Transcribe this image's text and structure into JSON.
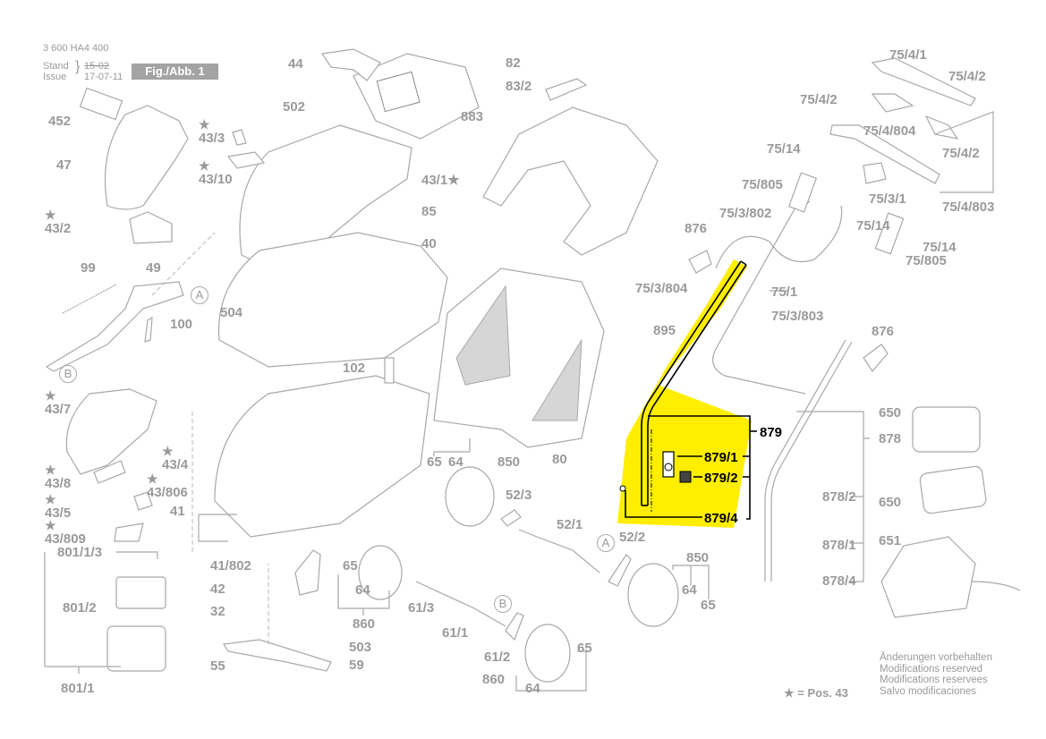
{
  "header": {
    "doc_number": "3 600 HA4 400",
    "stand_label": "Stand",
    "issue_label": "Issue",
    "stand_value_struck": "15-02",
    "issue_value": "17-07-11",
    "figure_badge": "Fig./Abb. 1"
  },
  "highlight": {
    "color": "#ffee00",
    "group_label": "879",
    "parts": [
      "879/1",
      "879/2",
      "879/4"
    ]
  },
  "labels": {
    "l44": "44",
    "l82": "82",
    "l502": "502",
    "l452": "452",
    "l47": "47",
    "l43_3": "43/3",
    "l43_10": "43/10",
    "l43_1": "43/1",
    "l83_2": "83/2",
    "l883": "883",
    "l85": "85",
    "l43_2": "43/2",
    "l40": "40",
    "l99": "99",
    "l49": "49",
    "l100": "100",
    "l504": "504",
    "l102": "102",
    "l43_7": "43/7",
    "l43_4": "43/4",
    "l43_8": "43/8",
    "l43_806": "43/806",
    "l43_5": "43/5",
    "l41": "41",
    "l43_809": "43/809",
    "l801_1_3": "801/1/3",
    "l801_2": "801/2",
    "l41_802": "41/802",
    "l42": "42",
    "l32": "32",
    "l55": "55",
    "l503": "503",
    "l59": "59",
    "l801_1": "801/1",
    "l65a": "65",
    "l64a": "64",
    "l850a": "850",
    "l80": "80",
    "l52_3": "52/3",
    "l52_1": "52/1",
    "l52_2": "52/2",
    "l65b": "65",
    "l64b": "64",
    "l860a": "860",
    "l61_3": "61/3",
    "l61_1": "61/1",
    "l61_2": "61/2",
    "l65c": "65",
    "l860b": "860",
    "l64c": "64",
    "l850b": "850",
    "l64d": "64",
    "l65d": "65",
    "l75_4_1": "75/4/1",
    "l75_4_2a": "75/4/2",
    "l75_4_2b": "75/4/2",
    "l75_4_804": "75/4/804",
    "l75_4_2c": "75/4/2",
    "l75_14a": "75/14",
    "l75_805a": "75/805",
    "l75_3_1": "75/3/1",
    "l75_4_803": "75/4/803",
    "l75_3_802": "75/3/802",
    "l75_14b": "75/14",
    "l876a": "876",
    "l75_14c": "75/14",
    "l75_805b": "75/805",
    "l75_3_804": "75/3/804",
    "l75_1": "75/1",
    "l75_3_803": "75/3/803",
    "l895": "895",
    "l876b": "876",
    "l650a": "650",
    "l878": "878",
    "l878_2": "878/2",
    "l650b": "650",
    "l878_1": "878/1",
    "l651": "651",
    "l878_4": "878/4",
    "callout_a1": "A",
    "callout_b1": "B",
    "callout_a2": "A",
    "callout_b2": "B"
  },
  "footer": {
    "notes": [
      "Änderungen vorbehalten",
      "Modifications reserved",
      "Modifications reservees",
      "Salvo modificaciones"
    ],
    "legend": "★ = Pos. 43"
  }
}
